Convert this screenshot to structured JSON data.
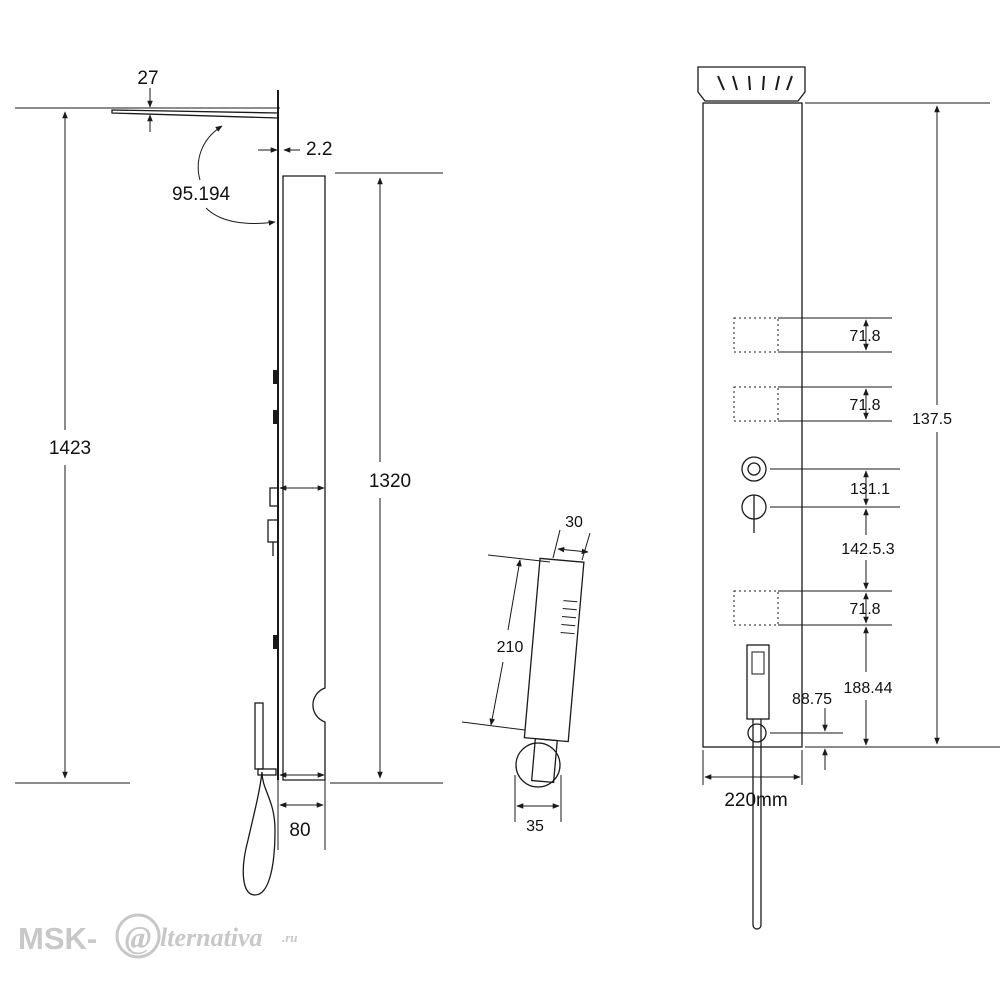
{
  "side_view": {
    "dim_top_depth": "27",
    "dim_offset": "2.2",
    "dim_angle": "95.194",
    "dim_total_height": "1423",
    "dim_panel_height": "1320",
    "dim_depth": "80"
  },
  "hand_shower": {
    "dim_width": "30",
    "dim_length": "210",
    "dim_base": "35"
  },
  "front_view": {
    "dim_jets_1": "71.8",
    "dim_jets_2": "71.8",
    "dim_height": "137.5",
    "dim_knob_gap": "131.1",
    "dim_knob_to_jets": "142.5.3",
    "dim_jets_3": "71.8",
    "dim_bottom_to_jets": "188.44",
    "dim_outlet": "88.75",
    "dim_width": "220mm"
  },
  "watermark": {
    "left": "MSK-",
    "mark": "@",
    "right": "lternativa",
    "suffix": ".ru"
  }
}
